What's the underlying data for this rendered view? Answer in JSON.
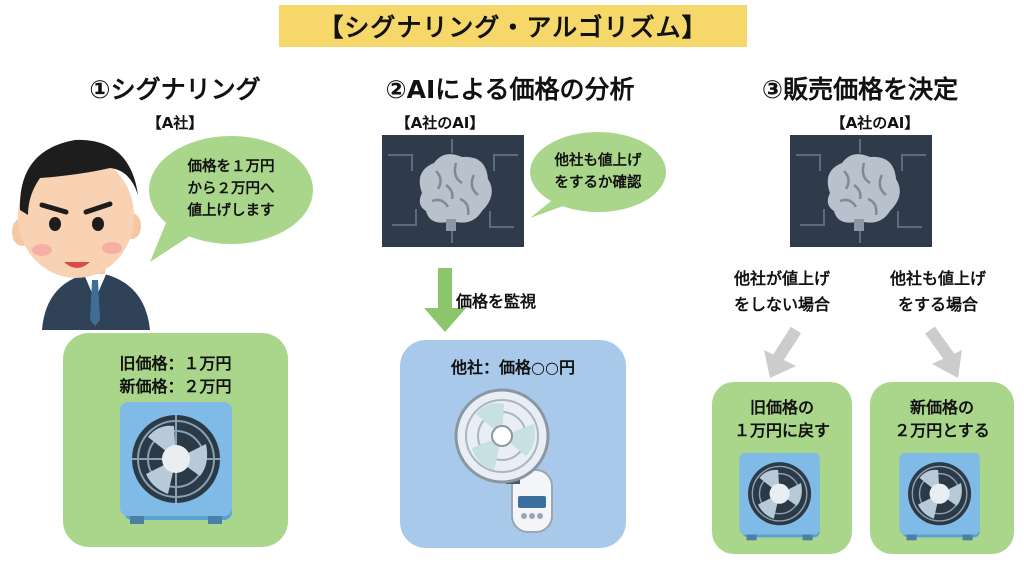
{
  "title": "【シグナリング・アルゴリズム】",
  "steps": [
    {
      "heading": "①シグナリング",
      "actor": "【A社】",
      "bubble": [
        "価格を１万円",
        "から２万円へ",
        "値上げします"
      ],
      "box": [
        "旧価格：１万円",
        "新価格：２万円"
      ]
    },
    {
      "heading": "②AIによる価格の分析",
      "actor": "【A社のAI】",
      "bubble": [
        "他社も値上げ",
        "をするか確認"
      ],
      "arrow_label": "価格を監視",
      "box": [
        "他社：価格○○円"
      ]
    },
    {
      "heading": "③販売価格を決定",
      "actor": "【A社のAI】",
      "conditions": [
        {
          "label": [
            "他社が値上げ",
            "をしない場合"
          ],
          "result": [
            "旧価格の",
            "１万円に戻す"
          ]
        },
        {
          "label": [
            "他社も値上げ",
            "をする場合"
          ],
          "result": [
            "新価格の",
            "２万円とする"
          ]
        }
      ]
    }
  ],
  "colors": {
    "banner": "#f6d769",
    "green": "#a9d68a",
    "blue": "#a9c9ea",
    "arrow_green": "#8cc56b",
    "arrow_gray": "#cccccc"
  },
  "icons": [
    "businessman-icon",
    "ai-brain-icon",
    "box-fan-icon",
    "wall-fan-icon"
  ]
}
